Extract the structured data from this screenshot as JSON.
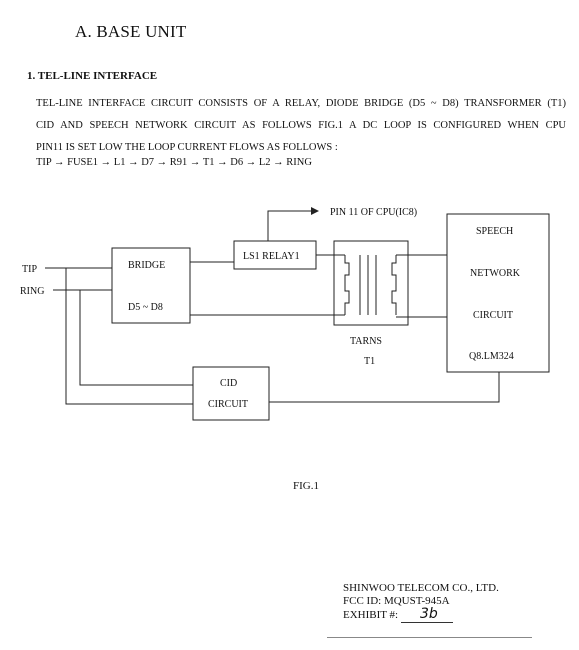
{
  "header": {
    "title": "A. BASE UNIT"
  },
  "section": {
    "heading": "1. TEL-LINE INTERFACE",
    "lines": [
      "TEL-LINE INTERFACE CIRCUIT CONSISTS OF A RELAY, DIODE BRIDGE (D5 ~ D8) TRANSFORMER (T1)",
      "CID AND SPEECH NETWORK CIRCUIT AS FOLLOWS FIG.1 A DC LOOP IS CONFIGURED WHEN CPU",
      "PIN11 IS SET LOW THE LOOP CURRENT FLOWS AS FOLLOWS :"
    ],
    "signal_path": "TIP → FUSE1 → L1 → D7 → R91 → T1 → D6 → L2 → RING"
  },
  "diagram": {
    "tip": "TIP",
    "ring": "RING",
    "bridge_title": "BRIDGE",
    "bridge_parts": "D5 ~ D8",
    "relay": "LS1 RELAY1",
    "pin_label": "PIN 11 OF CPU(IC8)",
    "transformer_name": "TARNS",
    "transformer_ref": "T1",
    "speech_lines": [
      "SPEECH",
      "NETWORK",
      "CIRCUIT",
      "Q8.LM324"
    ],
    "cid_lines": [
      "CID",
      "CIRCUIT"
    ]
  },
  "figure": {
    "caption": "FIG.1"
  },
  "footer": {
    "company": "SHINWOO TELECOM CO., LTD.",
    "fcc": "FCC ID: MQUST-945A",
    "exhibit_label": "EXHIBIT #:",
    "exhibit_value": "3b"
  }
}
